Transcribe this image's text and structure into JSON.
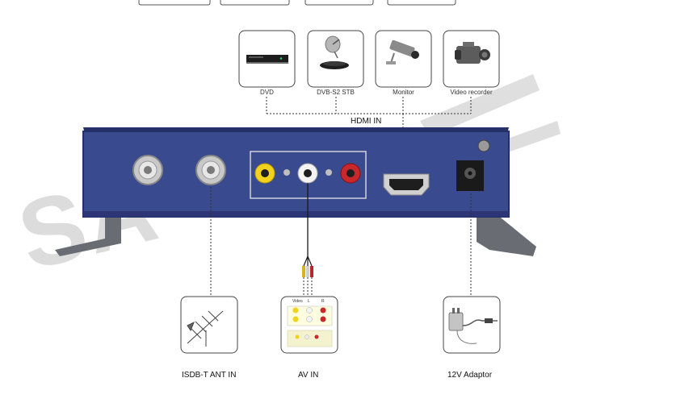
{
  "watermark": {
    "text": "SA"
  },
  "top_devices": [
    {
      "name": "DVD",
      "icon": "dvd-player-icon"
    },
    {
      "name": "DVB-S2 STB",
      "icon": "satellite-stb-icon"
    },
    {
      "name": "Monitor",
      "icon": "cctv-camera-icon"
    },
    {
      "name": "Video recorder",
      "icon": "camcorder-icon"
    }
  ],
  "hdmi_label": "HDMI IN",
  "bottom_devices": [
    {
      "name": "ISDB-T ANT IN",
      "icon": "antenna-icon"
    },
    {
      "name": "AV  IN",
      "icon": "av-rca-panel-icon",
      "panel_labels": {
        "video": "Video",
        "left": "L",
        "right": "R"
      }
    },
    {
      "name": "12V Adaptor",
      "icon": "power-adaptor-icon"
    }
  ],
  "colors": {
    "device_body": "#2c3575",
    "device_face": "#3a4a8e",
    "bracket": "#6a6c73",
    "dotted_line": "#333333",
    "rca_yellow": "#f2d21c",
    "rca_white": "#f4f4f4",
    "rca_red": "#c8282c",
    "watermark": "#d9d9d9"
  }
}
